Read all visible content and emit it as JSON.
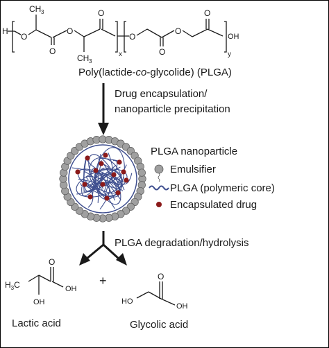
{
  "structure": {
    "atoms": {
      "hydrogen": "H",
      "oxygen": "O",
      "methyl": "CH",
      "methyl_sub": "3",
      "hydroxyl": "OH",
      "carbon_h3": "H",
      "carbon_h3_sub": "3",
      "carbon_c": "C",
      "hydroxyl_left": "HO"
    },
    "repeat_x": "x",
    "repeat_y": "y"
  },
  "polymer_label": {
    "prefix": "Poly(lactide-",
    "italic": "co",
    "suffix": "-glycolide) (PLGA)"
  },
  "step1": {
    "line1": "Drug encapsulation/",
    "line2": "nanoparticle precipitation"
  },
  "legend": {
    "title": "PLGA nanoparticle",
    "emulsifier": "Emulsifier",
    "plga": "PLGA (polymeric core)",
    "drug": "Encapsulated drug"
  },
  "step2": {
    "label": "PLGA degradation/hydrolysis"
  },
  "products": {
    "plus": "+",
    "lactic": "Lactic acid",
    "glycolic": "Glycolic acid"
  },
  "colors": {
    "polymer_blue": "#3f4f8f",
    "emulsifier_gray": "#a0a0a0",
    "drug_red": "#8b1a1a",
    "ink": "#1a1a1a"
  }
}
